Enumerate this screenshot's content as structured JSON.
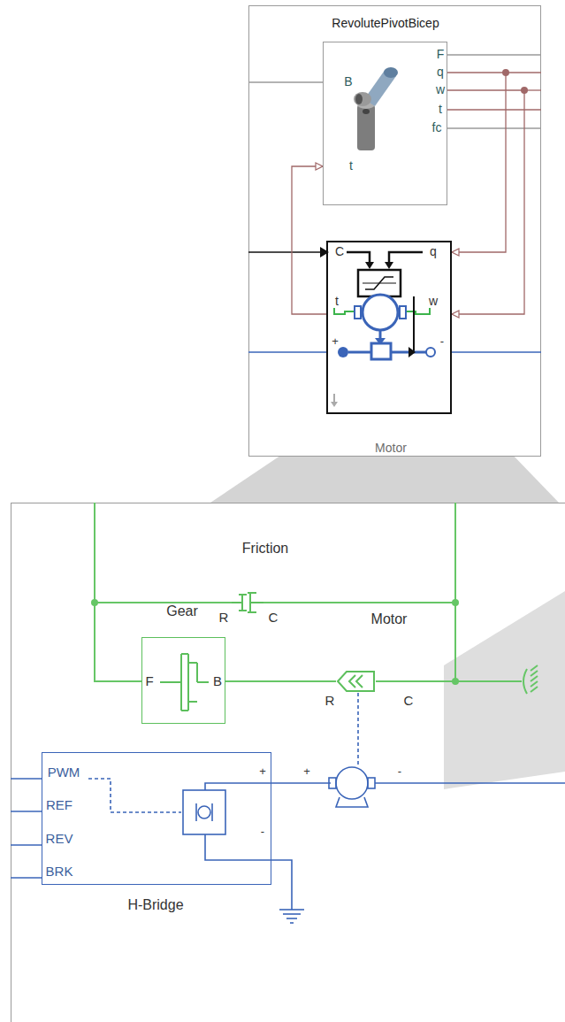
{
  "diagram": {
    "nodes": [
      {
        "text": [
          "RevolutePivotBicep"
        ]
      },
      {
        "text": [
          "Motor"
        ]
      },
      {
        "text": [
          "Friction"
        ]
      },
      {
        "text": [
          "Gear"
        ]
      },
      {
        "text": [
          "Motor"
        ]
      },
      {
        "text": [
          "H-Bridge"
        ]
      }
    ],
    "edges": [
      {
        "from": 0,
        "to": 1,
        "arrow": "to"
      },
      {
        "from": 0,
        "to": 1,
        "arrow": "to"
      },
      {
        "from": 1,
        "to": 0,
        "arrow": "to"
      },
      {
        "from": 2,
        "to": 3,
        "arrow": "none"
      },
      {
        "from": 2,
        "to": 4,
        "arrow": "none"
      },
      {
        "from": 3,
        "to": 4,
        "arrow": "none"
      }
    ],
    "labels": [
      "B",
      "F",
      "q",
      "w",
      "t",
      "fc",
      "t",
      "C",
      "q",
      "t",
      "w",
      "+",
      "-",
      "R",
      "C",
      "F",
      "B",
      "R",
      "C",
      "PWM",
      "REF",
      "REV",
      "BRK",
      "+",
      "-",
      "+",
      "-"
    ]
  }
}
